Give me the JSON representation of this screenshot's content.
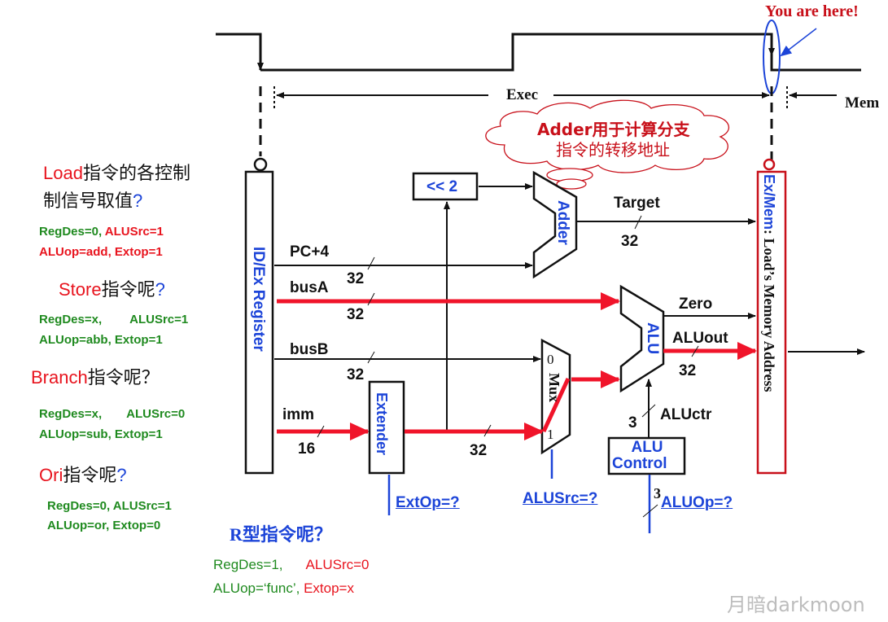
{
  "timing": {
    "you_are_here": "You are here!",
    "exec_label": "Exec",
    "mem_label": "Mem"
  },
  "callout": {
    "line1": "Adder用于计算分支",
    "line2": "指令的转移地址"
  },
  "registers": {
    "id_ex": "ID/Ex Register",
    "ex_mem_prefix": "Ex/Mem",
    "ex_mem_suffix": ": Load’s Memory Address"
  },
  "components": {
    "shift": "<< 2",
    "adder": "Adder",
    "alu": "ALU",
    "mux": "Mux",
    "mux_in0": "0",
    "mux_in1": "1",
    "extender": "Extender",
    "alu_control_1": "ALU",
    "alu_control_2": "Control"
  },
  "signals": {
    "pc4": "PC+4",
    "busA": "busA",
    "busB": "busB",
    "imm": "imm",
    "target": "Target",
    "zero": "Zero",
    "aluout": "ALUout",
    "aluctr": "ALUctr",
    "w_pc4": "32",
    "w_busA": "32",
    "w_busB": "32",
    "w_imm": "16",
    "w_ext": "32",
    "w_target": "32",
    "w_aluout": "32",
    "w_aluctr": "3",
    "w_aluop": "3"
  },
  "controls": {
    "extop": "ExtOp=?",
    "alusrc": "ALUSrc=?",
    "aluop": "ALUOp=?"
  },
  "questions": {
    "load": {
      "name": "Load",
      "rest1": "指令的各控制",
      "rest2": "制信号取值",
      "mark": "?",
      "line1a": "RegDes=0,",
      "line1b": "ALUSrc=1",
      "line2": "ALUop=add, Extop=1"
    },
    "store": {
      "name": "Store",
      "rest": "指令呢",
      "mark": "?",
      "line1a": "RegDes=x,",
      "line1b": "ALUSrc=1",
      "line2": "ALUop=abb,  Extop=1"
    },
    "branch": {
      "name": "Branch",
      "rest": "指令呢？",
      "line1a": "RegDes=x,",
      "line1b": "ALUSrc=0",
      "line2": "ALUop=sub,  Extop=1"
    },
    "ori": {
      "name": "Ori",
      "rest": "指令呢",
      "mark": "?",
      "line1": "RegDes=0,  ALUSrc=1",
      "line2": "ALUop=or,  Extop=0"
    },
    "rtype": {
      "title": "R型指令呢？",
      "line1a": "RegDes=1,",
      "line1b": "ALUSrc=0",
      "line2a": "ALUop=‘func’,",
      "line2b": "Extop=x"
    }
  },
  "watermark": "月暗darkmoon",
  "colors": {
    "data_path": "#f0142a",
    "control": "#1c44d8",
    "register_ex_mem": "#c8101a"
  }
}
